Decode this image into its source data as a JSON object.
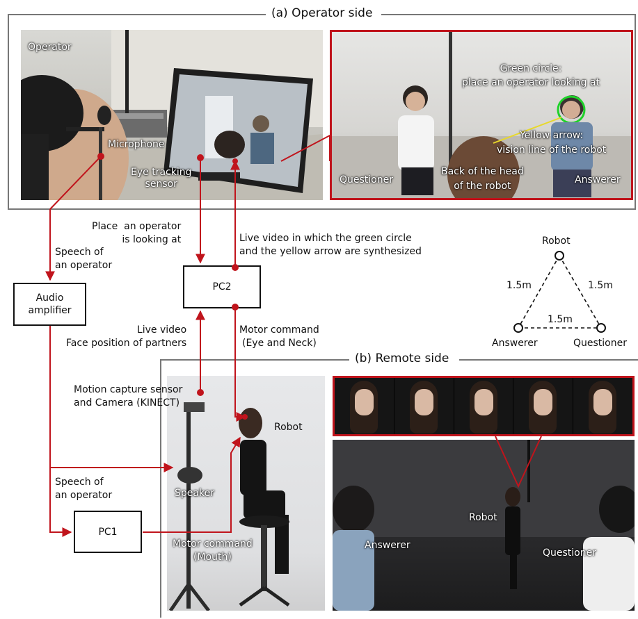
{
  "colors": {
    "arrow": "#c0141c",
    "frame_gray": "#777777",
    "highlight_frame": "#c0141c"
  },
  "sections": {
    "operator": {
      "title": "(a) Operator side"
    },
    "remote": {
      "title": "(b) Remote side"
    }
  },
  "operator_photo": {
    "operator": "Operator",
    "microphone": "Microphone",
    "eye_tracking": "Eye tracking\nsensor"
  },
  "operator_view": {
    "green_circle": "Green circle:\nplace an operator looking at",
    "yellow_arrow": "Yellow arrow:\nvision line of the robot",
    "questioner": "Questioner",
    "back_of_head": "Back of the head\nof the robot",
    "answerer": "Answerer"
  },
  "flow": {
    "place_looking": "Place  an operator\nis looking at",
    "live_video_synth": "Live video in which the green circle\nand the yellow arrow are synthesized",
    "speech_top": "Speech of\nan operator",
    "live_video_face": "Live video\nFace position of partners",
    "motor_eye_neck": "Motor command\n(Eye and Neck)",
    "motion_capture": "Motion capture sensor\nand Camera (KINECT)",
    "speech_bottom": "Speech of\nan operator",
    "motor_mouth": "Motor command\n(Mouth)"
  },
  "boxes": {
    "audio_amp": "Audio\namplifier",
    "pc2": "PC2",
    "pc1": "PC1"
  },
  "triangle": {
    "robot": "Robot",
    "answerer": "Answerer",
    "questioner": "Questioner",
    "d_left": "1.5m",
    "d_right": "1.5m",
    "d_bottom": "1.5m"
  },
  "remote_photo": {
    "robot": "Robot",
    "speaker": "Speaker"
  },
  "remote_scene": {
    "robot": "Robot",
    "answerer": "Answerer",
    "questioner": "Questioner"
  }
}
